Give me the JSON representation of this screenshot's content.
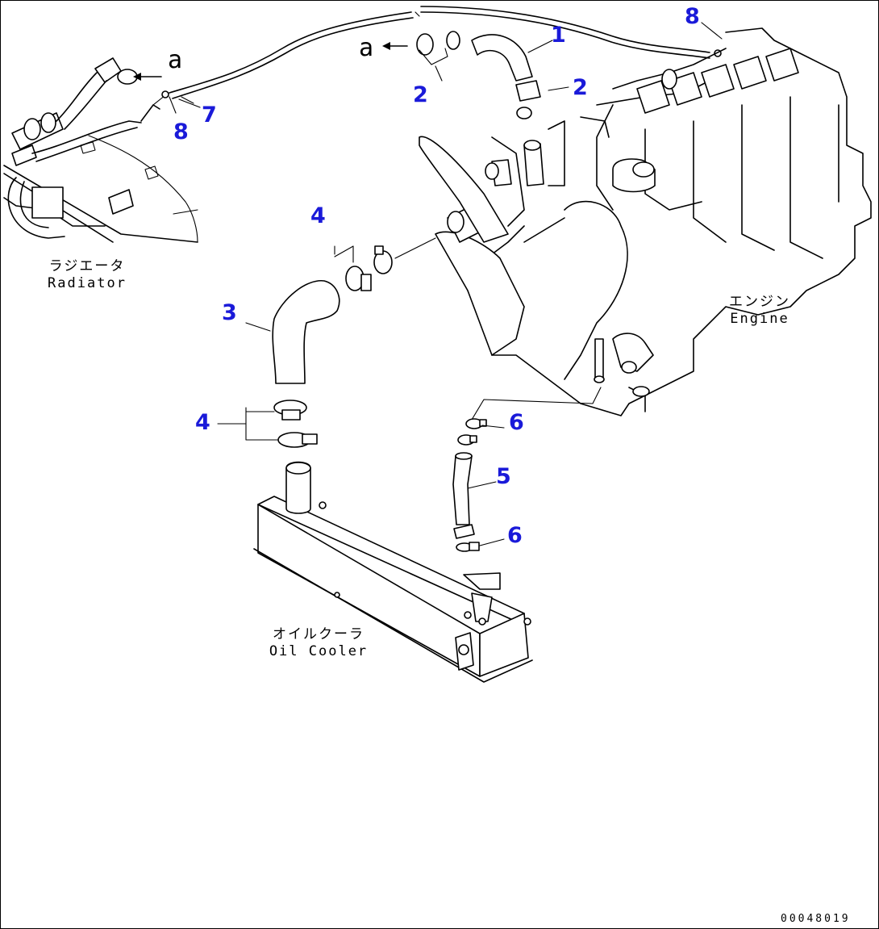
{
  "callouts": {
    "n1": "1",
    "n2a": "2",
    "n2b": "2",
    "n3": "3",
    "n4a": "4",
    "n4b": "4",
    "n5": "5",
    "n6a": "6",
    "n6b": "6",
    "n7": "7",
    "n8a": "8",
    "n8b": "8"
  },
  "callout_color": "#1a1ad9",
  "labels": {
    "radiator_jp": "ラジエータ",
    "radiator_en": "Radiator",
    "engine_jp": "エンジン",
    "engine_en": "Engine",
    "oilcooler_jp": "オイルクーラ",
    "oilcooler_en": "Oil Cooler"
  },
  "arrow_letters": {
    "left": "a",
    "center": "a"
  },
  "document_number": "00048019"
}
